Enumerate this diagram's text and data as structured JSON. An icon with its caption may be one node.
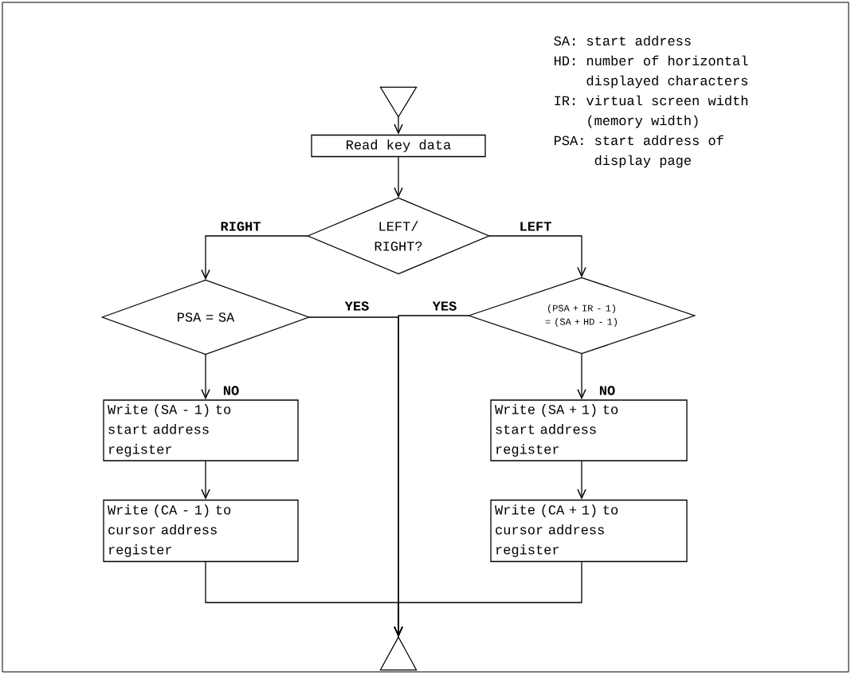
{
  "diagram": {
    "nodes": [
      {
        "text": [],
        "shape": "triangle"
      },
      {
        "text": [
          "Read key data"
        ]
      },
      {
        "text": [
          "LEFT/ RIGHT?"
        ]
      },
      {
        "text": [
          "PSA = SA"
        ]
      },
      {
        "text": [
          "(PSA + IR - 1) = (SA + HD - 1)"
        ]
      },
      {
        "text": [
          "Write (SA - 1) to start address register"
        ]
      },
      {
        "text": [
          "Write (CA - 1) to cursor address register"
        ]
      },
      {
        "text": [
          "Write (SA + 1) to start address register"
        ]
      },
      {
        "text": [
          "Write (CA + 1) to cursor address register"
        ]
      },
      {
        "text": [],
        "shape": "triangle"
      }
    ],
    "edges": [
      {
        "from": 0,
        "to": 1,
        "arrow": "to"
      },
      {
        "from": 1,
        "to": 2,
        "arrow": "to"
      },
      {
        "from": 2,
        "to": 3,
        "arrow": "to",
        "label": "RIGHT"
      },
      {
        "from": 2,
        "to": 4,
        "arrow": "to",
        "label": "LEFT"
      },
      {
        "from": 3,
        "to": 5,
        "arrow": "to",
        "label": "NO"
      },
      {
        "from": 4,
        "to": 7,
        "arrow": "to",
        "label": "NO"
      },
      {
        "from": 5,
        "to": 6,
        "arrow": "to"
      },
      {
        "from": 7,
        "to": 8,
        "arrow": "to"
      },
      {
        "from": 3,
        "to": 9,
        "arrow": "to",
        "label": "YES"
      },
      {
        "from": 4,
        "to": 9,
        "arrow": "to",
        "label": "YES"
      },
      {
        "from": 6,
        "to": 9,
        "arrow": "to"
      },
      {
        "from": 8,
        "to": 9,
        "arrow": "to"
      }
    ],
    "labels": [
      "SA: start address",
      "HD: number of horizontal displayed characters",
      "IR: virtual screen width (memory width)",
      "PSA: start address of display page"
    ]
  }
}
